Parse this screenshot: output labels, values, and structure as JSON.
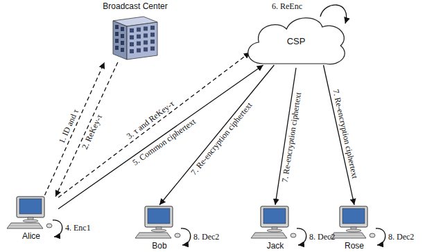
{
  "diagram": {
    "nodes": [
      {
        "text": [
          "Broadcast Center"
        ]
      },
      {
        "text": [
          "CSP"
        ]
      },
      {
        "text": [
          "Alice"
        ]
      },
      {
        "text": [
          "Bob"
        ]
      },
      {
        "text": [
          "Jack"
        ]
      },
      {
        "text": [
          "Rose"
        ]
      }
    ],
    "edges": [
      {
        "from": 2,
        "to": 0,
        "label": "1. ID and τ",
        "arrow": "to"
      },
      {
        "from": 0,
        "to": 2,
        "label": "2. ReKey-τ",
        "arrow": "to"
      },
      {
        "from": 2,
        "to": 1,
        "label": "3. τ and ReKey-τ",
        "arrow": "to"
      },
      {
        "from": 2,
        "to": 1,
        "label": "5. Common ciphertext",
        "arrow": "to"
      },
      {
        "from": 1,
        "to": 3,
        "label": "7. Re-encryption ciphertext",
        "arrow": "to"
      },
      {
        "from": 1,
        "to": 4,
        "label": "7. Re-encryption ciphertext",
        "arrow": "to"
      },
      {
        "from": 1,
        "to": 5,
        "label": "7. Re-encryption ciphertext",
        "arrow": "to"
      }
    ],
    "labels": [
      "6. ReEnc",
      "4. Enc1",
      "8. Dec2",
      "8. Dec2",
      "8. Dec2"
    ]
  }
}
